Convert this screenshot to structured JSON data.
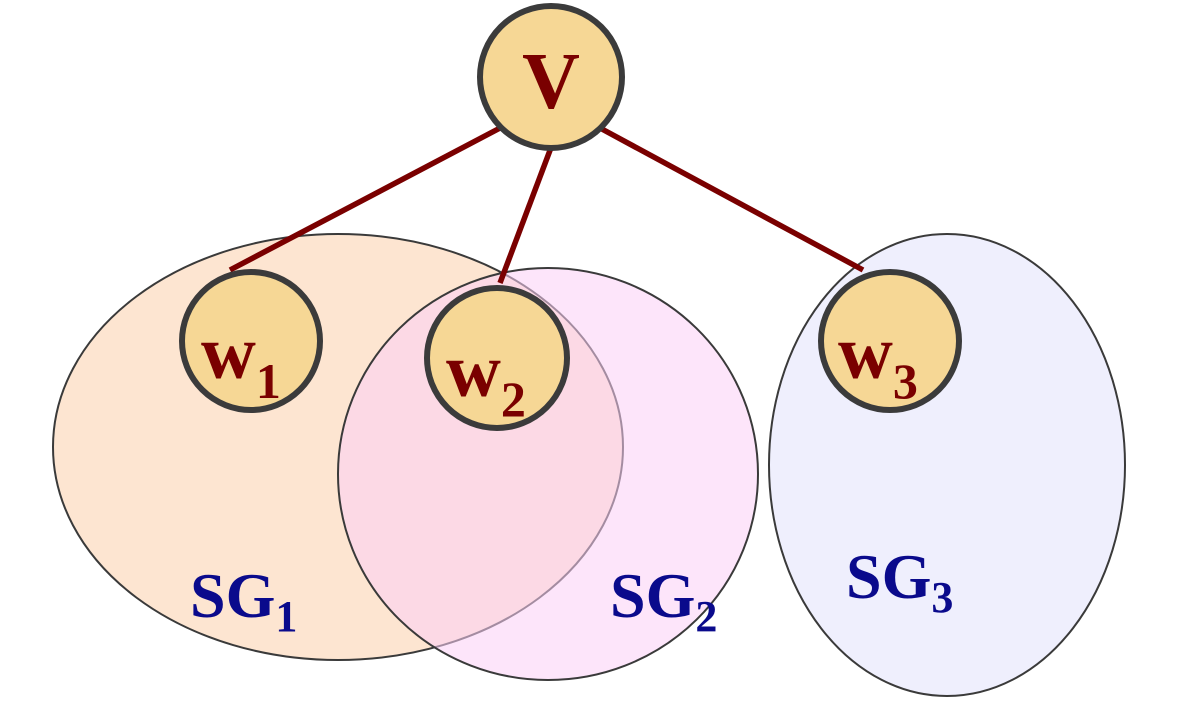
{
  "diagram": {
    "root": {
      "label": "V"
    },
    "children": [
      {
        "id": "w1",
        "base": "w",
        "sub": "1"
      },
      {
        "id": "w2",
        "base": "w",
        "sub": "2"
      },
      {
        "id": "w3",
        "base": "w",
        "sub": "3"
      }
    ],
    "groups": [
      {
        "id": "sg1",
        "base": "SG",
        "sub": "1",
        "fill": "#fde4cf"
      },
      {
        "id": "sg2",
        "base": "SG",
        "sub": "2",
        "fill": "#fcd8fc"
      },
      {
        "id": "sg3",
        "base": "SG",
        "sub": "3",
        "fill": "#eeeefd"
      }
    ],
    "colors": {
      "node_fill": "#f6d795",
      "node_stroke": "#3b3b3b",
      "edge": "#7a0000",
      "node_text": "#7a0000",
      "group_text": "#0a0a8c"
    }
  }
}
